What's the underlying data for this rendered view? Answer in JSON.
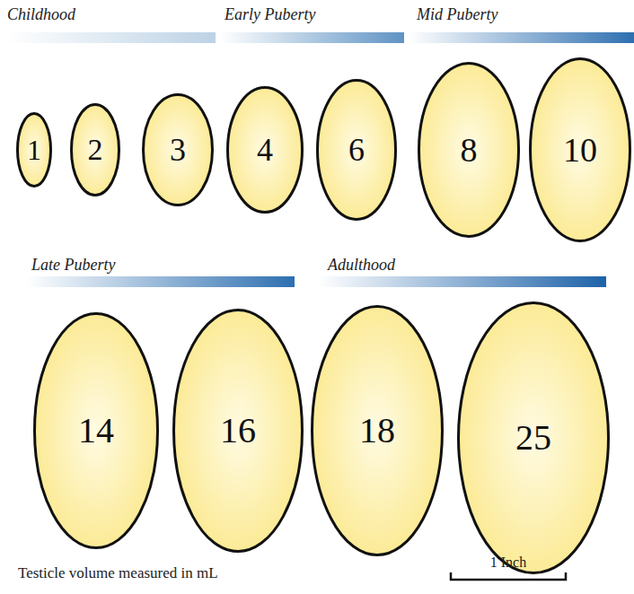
{
  "diagram": {
    "nodes": [
      {
        "text": [
          "1"
        ]
      },
      {
        "text": [
          "2"
        ]
      },
      {
        "text": [
          "3"
        ]
      },
      {
        "text": [
          "4"
        ]
      },
      {
        "text": [
          "6"
        ]
      },
      {
        "text": [
          "8"
        ]
      },
      {
        "text": [
          "10"
        ]
      },
      {
        "text": [
          "14"
        ]
      },
      {
        "text": [
          "16"
        ]
      },
      {
        "text": [
          "18"
        ]
      },
      {
        "text": [
          "25"
        ]
      }
    ],
    "labels": [
      "Childhood",
      "Early Puberty",
      "Mid Puberty",
      "Late Puberty",
      "Adulthood",
      "Testicle volume measured in mL",
      "1 Inch"
    ]
  }
}
